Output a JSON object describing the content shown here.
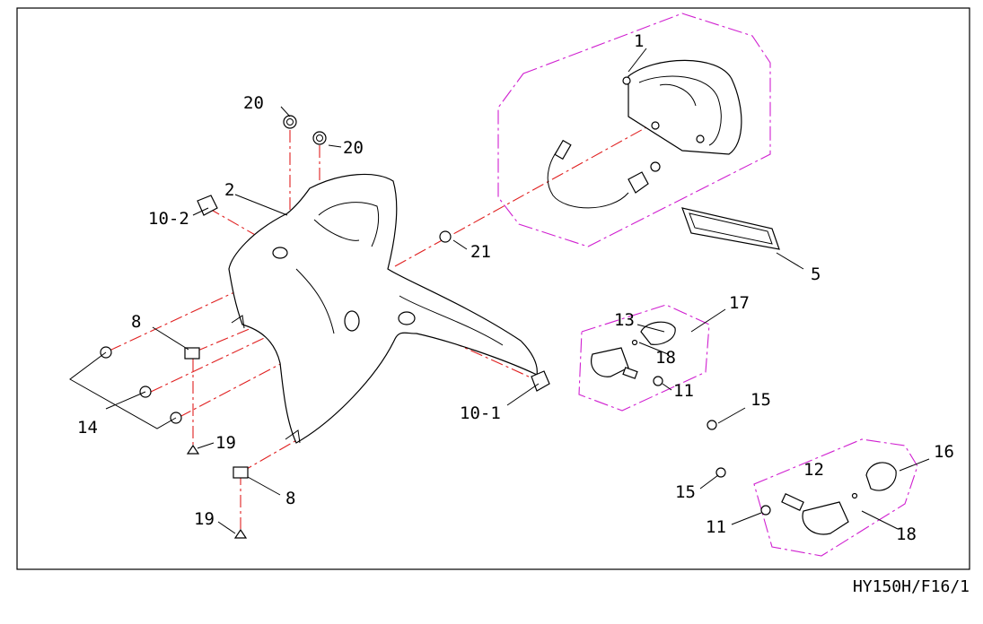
{
  "drawing_code": "HY150H/F16/1",
  "callouts": {
    "c1": "1",
    "c2": "2",
    "c5": "5",
    "c8a": "8",
    "c8b": "8",
    "c10_1": "10-1",
    "c10_2": "10-2",
    "c11a": "11",
    "c11b": "11",
    "c12": "12",
    "c13": "13",
    "c14": "14",
    "c15a": "15",
    "c15b": "15",
    "c16": "16",
    "c17": "17",
    "c18a": "18",
    "c18b": "18",
    "c19a": "19",
    "c19b": "19",
    "c20a": "20",
    "c20b": "20",
    "c21": "21"
  },
  "colors": {
    "assembly_line": "#e02020",
    "group_outline": "#d020d0",
    "ink": "#000000"
  }
}
